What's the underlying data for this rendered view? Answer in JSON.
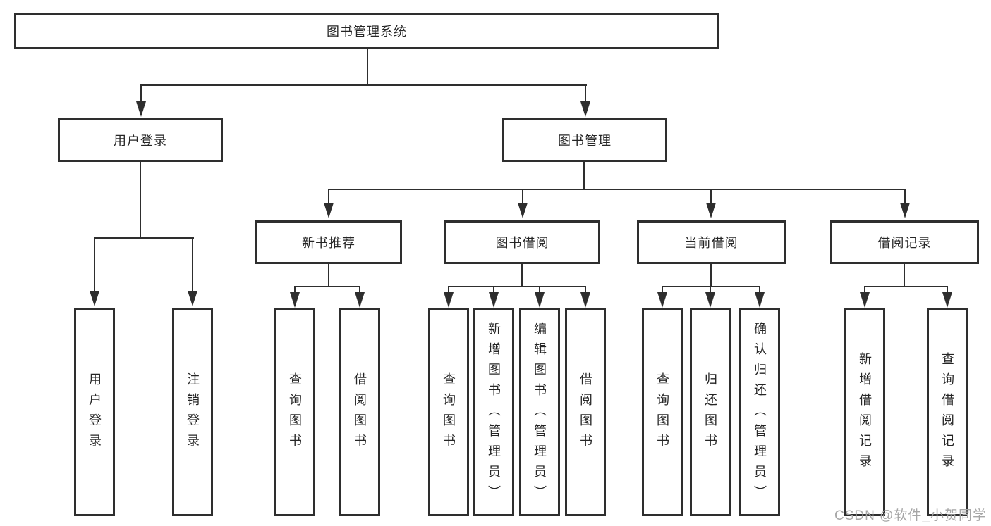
{
  "title": "图书管理系统",
  "level2": [
    {
      "label": "用户登录"
    },
    {
      "label": "图书管理"
    }
  ],
  "level3": [
    {
      "label": "新书推荐"
    },
    {
      "label": "图书借阅"
    },
    {
      "label": "当前借阅"
    },
    {
      "label": "借阅记录"
    }
  ],
  "leaves": [
    {
      "parent": "用户登录",
      "label": "用户登录"
    },
    {
      "parent": "用户登录",
      "label": "注销登录"
    },
    {
      "parent": "新书推荐",
      "label": "查询图书"
    },
    {
      "parent": "新书推荐",
      "label": "借阅图书"
    },
    {
      "parent": "图书借阅",
      "label": "查询图书"
    },
    {
      "parent": "图书借阅",
      "label": "新增图书（管理员）"
    },
    {
      "parent": "图书借阅",
      "label": "编辑图书（管理员）"
    },
    {
      "parent": "图书借阅",
      "label": "借阅图书"
    },
    {
      "parent": "当前借阅",
      "label": "查询图书"
    },
    {
      "parent": "当前借阅",
      "label": "归还图书"
    },
    {
      "parent": "当前借阅",
      "label": "确认归还（管理员）"
    },
    {
      "parent": "借阅记录",
      "label": "新增借阅记录"
    },
    {
      "parent": "借阅记录",
      "label": "查询借阅记录"
    }
  ],
  "watermark": "CSDN @软件_小贺同学",
  "colors": {
    "line": "#2e2e2e",
    "text": "#262626",
    "watermark": "#a6a6a6",
    "background": "#ffffff"
  }
}
